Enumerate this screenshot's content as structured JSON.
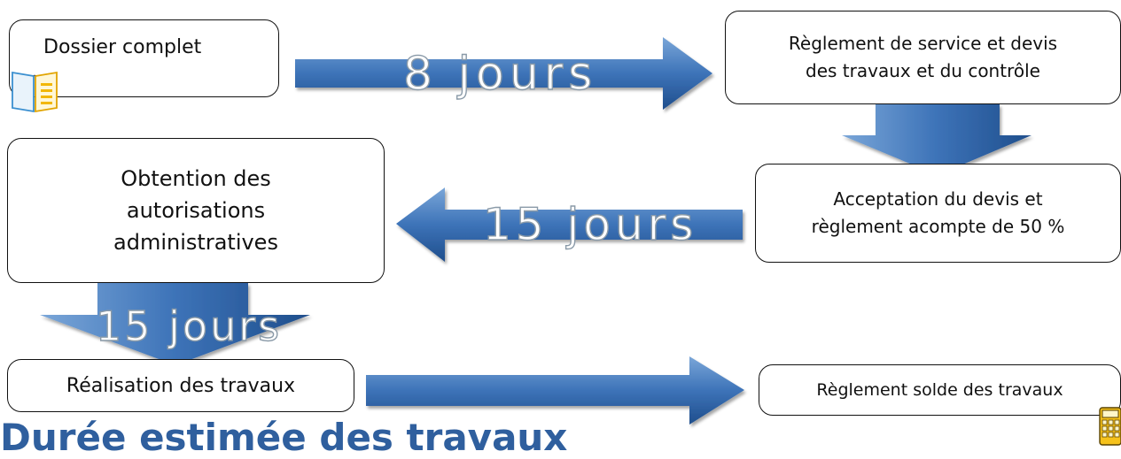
{
  "nodes": {
    "dossier": "Dossier complet",
    "reglement": "Règlement de service et devis\ndes travaux et du contrôle",
    "acceptation": "Acceptation du devis et\nrèglement acompte de 50 %",
    "obtention": "Obtention des\nautorisations\nadministratives",
    "realisation": "Réalisation des travaux",
    "solde": "Règlement solde des travaux"
  },
  "durations": {
    "first": "8 jours",
    "second": "15 jours",
    "third": "15 jours"
  },
  "footer": {
    "title": "Durée estimée des travaux"
  },
  "colors": {
    "arrow_light": "#4f86c6",
    "arrow_dark": "#1f4e8c",
    "title": "#2f5f9e"
  },
  "icons": [
    "open-book-icon",
    "calculator-icon"
  ]
}
